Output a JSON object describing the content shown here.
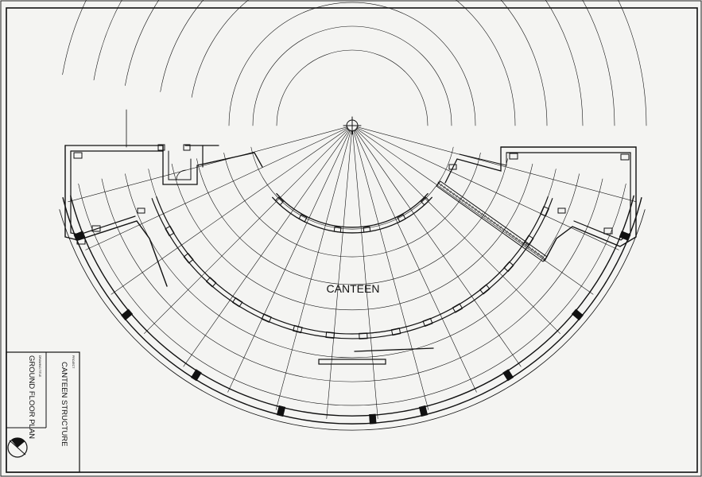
{
  "drawing": {
    "room_label": "CANTEEN"
  },
  "title_block": {
    "project_caption": "PROJECT",
    "project_name": "CANTEEN STRUCTURE",
    "drawing_caption": "DRAWING TITLE",
    "drawing_title": "GROUND FLOOR PLAN"
  },
  "colors": {
    "paper": "#f4f4f2",
    "ink": "#111111"
  }
}
